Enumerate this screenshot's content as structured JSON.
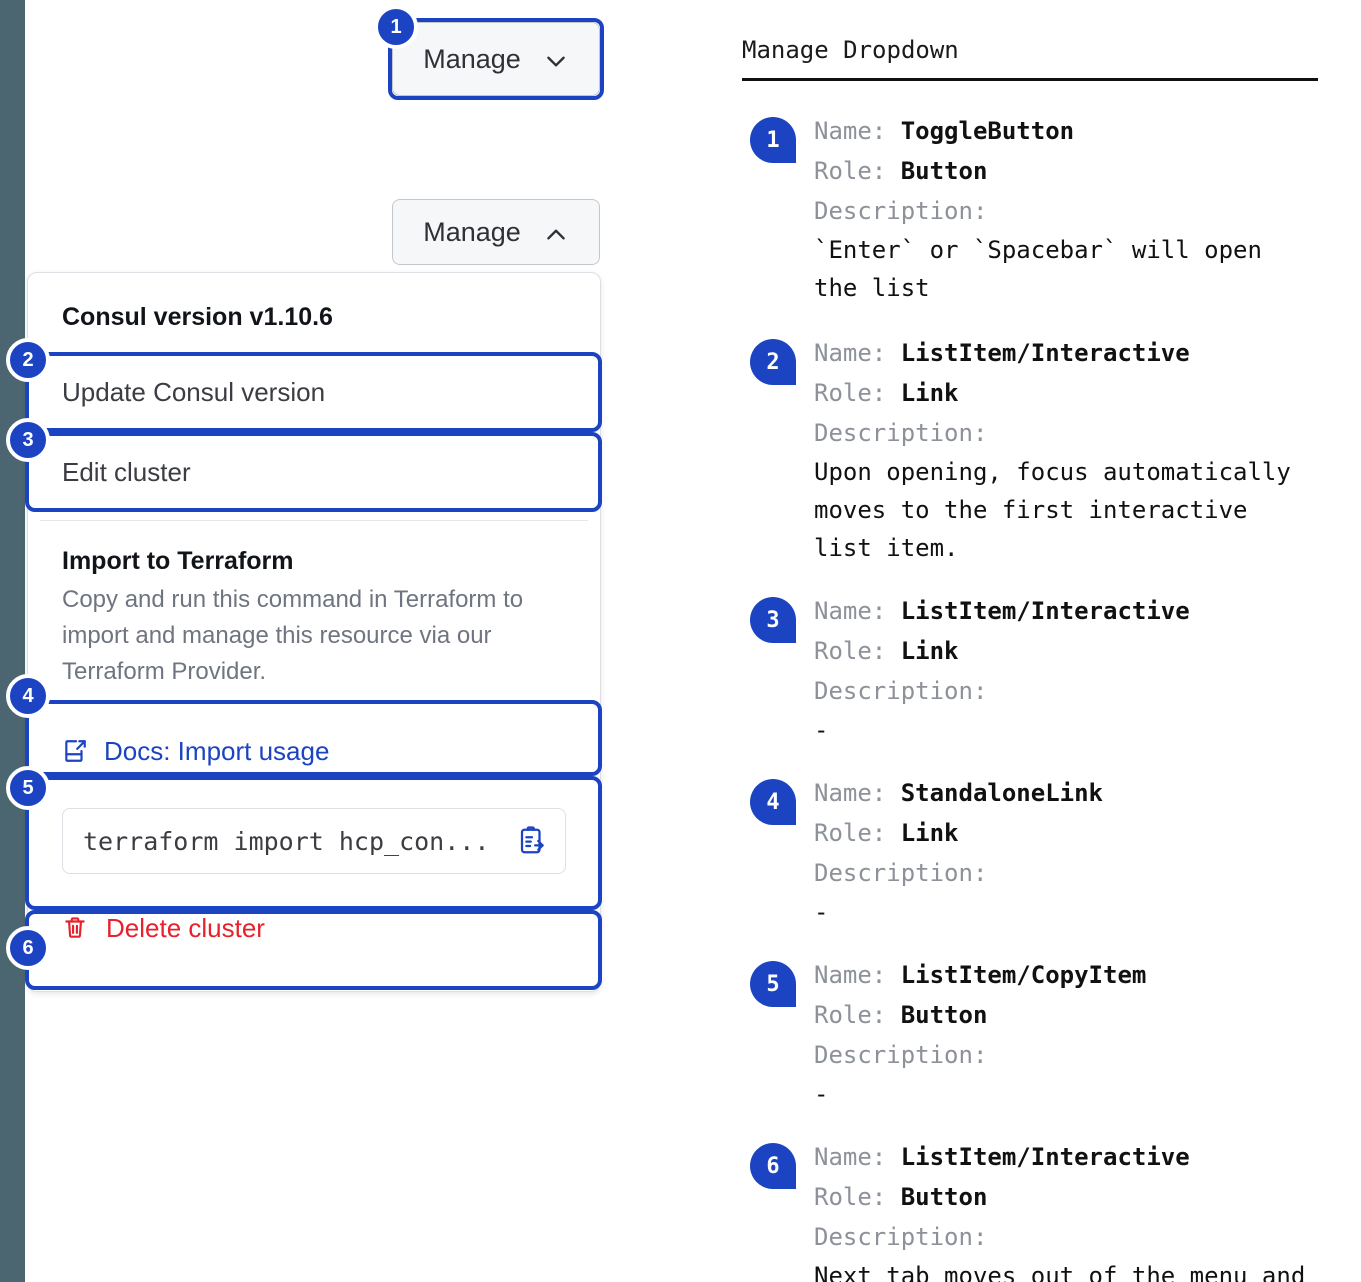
{
  "rail": {
    "color": "#4b6670"
  },
  "accent": {
    "primary": "#1c44c2",
    "danger": "#e7222c",
    "link": "#1c44c2"
  },
  "toggle_focused": {
    "label": "Manage",
    "chevron": "chevron-down-icon"
  },
  "toggle_open": {
    "label": "Manage",
    "chevron": "chevron-up-icon"
  },
  "dropdown": {
    "version_header": "Consul version v1.10.6",
    "items": [
      {
        "label": "Update Consul version"
      },
      {
        "label": "Edit cluster"
      }
    ],
    "terraform": {
      "title": "Import to Terraform",
      "description": "Copy and run this command in Terraform to import and manage this resource via our Terraform Provider.",
      "docs_link": "Docs: Import usage",
      "docs_icon": "docs-external-link-icon",
      "command": "terraform import hcp_con...",
      "copy_icon": "copy-to-clipboard-icon"
    },
    "delete": {
      "label": "Delete cluster",
      "icon": "trash-icon"
    }
  },
  "callouts": [
    "1",
    "2",
    "3",
    "4",
    "5",
    "6"
  ],
  "doc": {
    "title": "Manage Dropdown",
    "labels": {
      "name": "Name:",
      "role": "Role:",
      "description": "Description:"
    },
    "entries": [
      {
        "num": "1",
        "name": "ToggleButton",
        "role": "Button",
        "description": "`Enter` or `Spacebar` will open\nthe list"
      },
      {
        "num": "2",
        "name": "ListItem/Interactive",
        "role": "Link",
        "description": "Upon opening, focus automatically\nmoves to the first interactive\nlist item."
      },
      {
        "num": "3",
        "name": "ListItem/Interactive",
        "role": "Link",
        "description": "-"
      },
      {
        "num": "4",
        "name": "StandaloneLink",
        "role": "Link",
        "description": "-"
      },
      {
        "num": "5",
        "name": "ListItem/CopyItem",
        "role": "Button",
        "description": "-"
      },
      {
        "num": "6",
        "name": "ListItem/Interactive",
        "role": "Button",
        "description": "Next tab moves out of the menu and\nto the next focusable element"
      }
    ]
  }
}
